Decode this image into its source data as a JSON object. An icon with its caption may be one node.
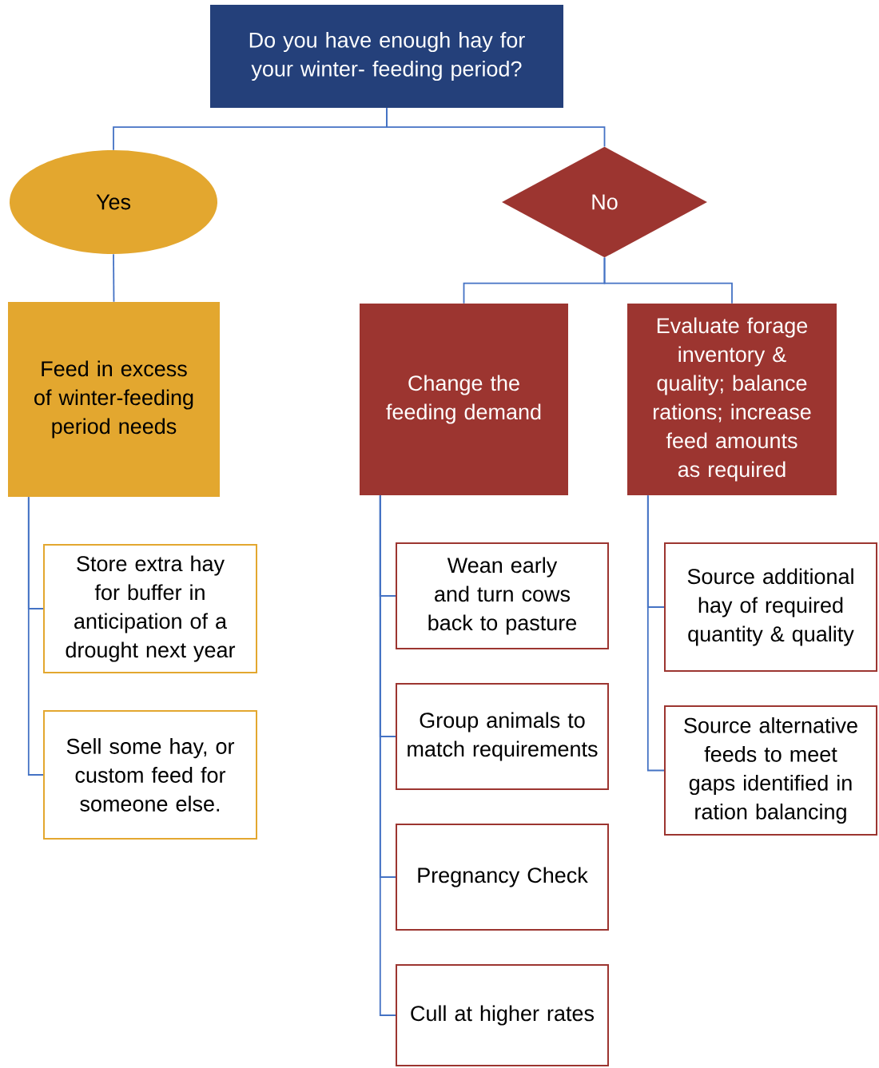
{
  "diagram": {
    "nodes": [
      {
        "text": [
          "Do you have enough hay for your winter- feeding period?"
        ]
      },
      {
        "text": [
          "Yes"
        ]
      },
      {
        "text": [
          "No"
        ]
      },
      {
        "text": [
          "Feed in excess of winter-feeding period needs"
        ]
      },
      {
        "text": [
          "Change the feeding demand"
        ]
      },
      {
        "text": [
          "Evaluate forage inventory & quality; balance rations; increase feed amounts as required"
        ]
      },
      {
        "text": [
          "Store extra hay for buffer in anticipation of a drought next year"
        ]
      },
      {
        "text": [
          "Sell some hay, or custom feed for someone else."
        ]
      },
      {
        "text": [
          "Wean early and turn cows back to pasture"
        ]
      },
      {
        "text": [
          "Group animals to match requirements"
        ]
      },
      {
        "text": [
          "Pregnancy Check"
        ]
      },
      {
        "text": [
          "Cull at higher rates"
        ]
      },
      {
        "text": [
          "Source additional hay of required quantity & quality"
        ]
      },
      {
        "text": [
          "Source alternative feeds to meet gaps identified in ration balancing"
        ]
      }
    ],
    "edges": [
      {
        "from": 0,
        "to": 1,
        "arrow": "none"
      },
      {
        "from": 0,
        "to": 2,
        "arrow": "none"
      },
      {
        "from": 1,
        "to": 3,
        "arrow": "none"
      },
      {
        "from": 2,
        "to": 4,
        "arrow": "none"
      },
      {
        "from": 2,
        "to": 5,
        "arrow": "none"
      },
      {
        "from": 3,
        "to": 6,
        "arrow": "none"
      },
      {
        "from": 3,
        "to": 7,
        "arrow": "none"
      },
      {
        "from": 4,
        "to": 8,
        "arrow": "none"
      },
      {
        "from": 4,
        "to": 9,
        "arrow": "none"
      },
      {
        "from": 4,
        "to": 10,
        "arrow": "none"
      },
      {
        "from": 4,
        "to": 11,
        "arrow": "none"
      },
      {
        "from": 5,
        "to": 12,
        "arrow": "none"
      },
      {
        "from": 5,
        "to": 13,
        "arrow": "none"
      }
    ]
  }
}
